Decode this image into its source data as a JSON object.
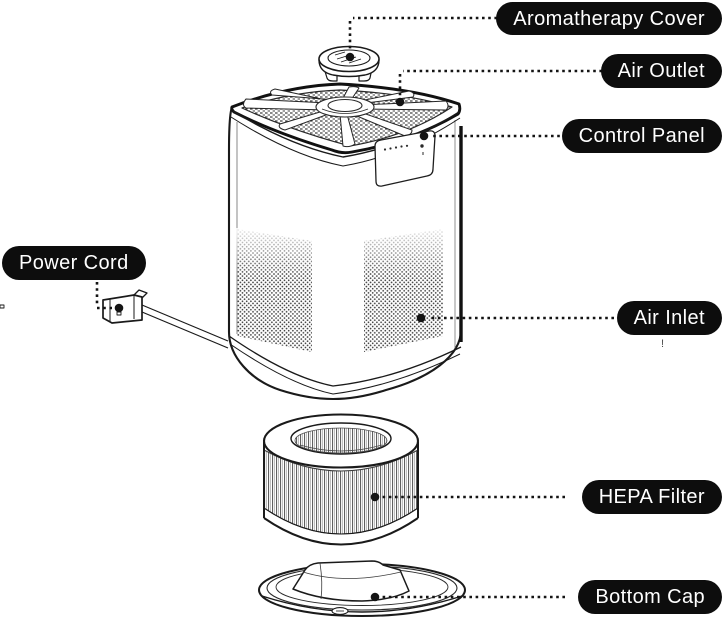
{
  "labels": {
    "aromatherapy_cover": "Aromatherapy Cover",
    "air_outlet": "Air Outlet",
    "control_panel": "Control Panel",
    "power_cord": "Power Cord",
    "air_inlet": "Air Inlet",
    "hepa_filter": "HEPA Filter",
    "bottom_cap": "Bottom Cap"
  },
  "style": {
    "label_bg": "#0d0d0d",
    "label_text": "#ffffff",
    "line_color": "#1a1a1a",
    "background": "#ffffff"
  },
  "artifact_mark": "!"
}
